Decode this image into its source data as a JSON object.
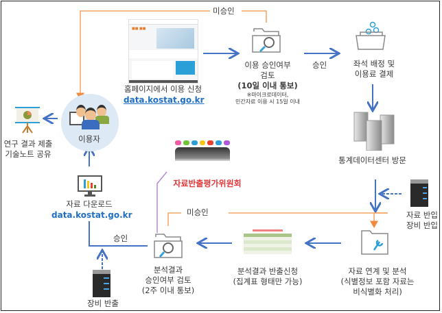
{
  "title": "통계데이터센터 이용 절차",
  "colors": {
    "flow": "#4472c4",
    "reject": "#f4a460",
    "committee": "#b48ad8",
    "committee_text": "#e0383a",
    "link": "#1f6fc5"
  },
  "nodes": {
    "apply": {
      "line1": "홈페이지에서 이용 신청",
      "url": "data.kostat.go.kr",
      "icon": "homepage-screenshot"
    },
    "review": {
      "line1": "이용 승인여부",
      "line2": "검토",
      "line3_num": "(10일 이내",
      "line3_rest": " 통보)",
      "note1": "※마이크로데이터,",
      "note2": "민간자료 이용 시 15일 이내",
      "icon": "folder-search-icon"
    },
    "seat": {
      "line1": "좌석 배정 및",
      "line2": "이용료 결제",
      "icon": "basket-icon"
    },
    "visit": {
      "line1": "통계데이터센터 방문",
      "icon": "server-building-icon"
    },
    "bring_in": {
      "line1": "자료 반입",
      "line2": "장비 반입",
      "icon": "server-icon"
    },
    "analyze": {
      "line1": "자료 연계 및 분석",
      "line2": "(식별정보 포함 자료는",
      "line3": "비식별화 처리)",
      "icon": "folder-wrench-icon"
    },
    "export_req": {
      "line1": "분석결과 반출신청",
      "line2": "(집계표 형태만 가능)",
      "icon": "table-icon"
    },
    "export_review": {
      "line1": "분석결과",
      "line2": "승인여부 검토",
      "line3": "(2주 이내 통보)",
      "icon": "folder-search-icon"
    },
    "committee": {
      "label": "자료반출평가위원회",
      "icon": "meeting-icon"
    },
    "equip_out": {
      "label": "장비 반출",
      "icon": "server-icon"
    },
    "download": {
      "line1": "자료 다운로드",
      "url": "data.kostat.go.kr",
      "icon": "monitor-chart-icon"
    },
    "user": {
      "label": "이용자",
      "icon": "users-icon"
    },
    "research": {
      "line1": "연구 결과 제출",
      "line2": "기술노트 공유",
      "icon": "presentation-icon"
    }
  },
  "edges": {
    "approve_top": "승인",
    "reject_top": "미승인",
    "reject_bottom": "미승인",
    "approve_bottom": "승인"
  }
}
